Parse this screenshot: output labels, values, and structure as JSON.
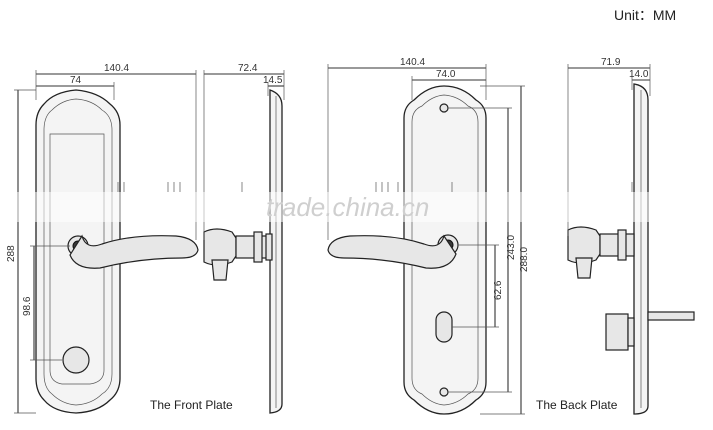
{
  "header": {
    "unit_label": "Unit：MM"
  },
  "front": {
    "caption": "The Front Plate",
    "dims": {
      "total_width": "140.4",
      "plate_width": "74",
      "side_depth": "72.4",
      "side_thickness": "14.5",
      "height": "288",
      "keyhole_offset": "98.6"
    }
  },
  "back": {
    "caption": "The Back Plate",
    "dims": {
      "total_width": "140.4",
      "plate_width": "74.0",
      "side_depth": "71.9",
      "side_thickness": "14.0",
      "height_overall": "288.0",
      "height_inner": "243.0",
      "keyhole_offset": "62.6"
    }
  },
  "watermark": "trade.china.cn"
}
